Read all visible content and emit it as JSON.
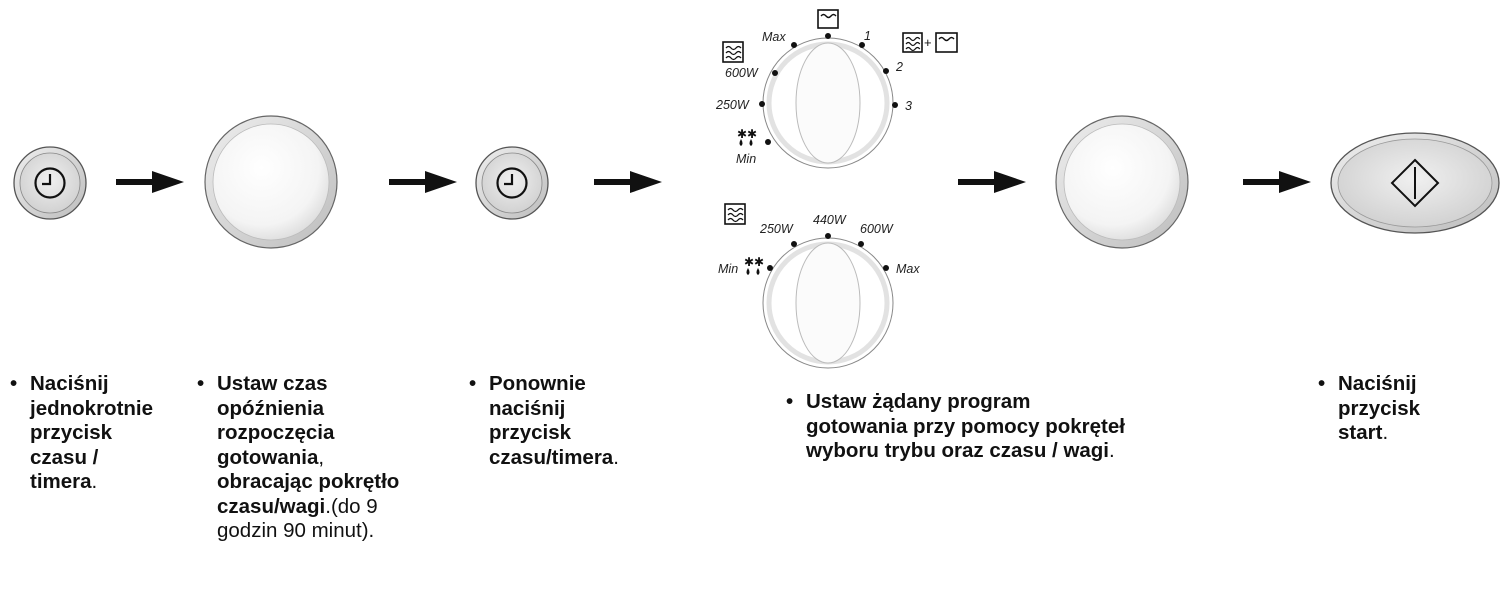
{
  "dial_mode": {
    "labels": {
      "max": "Max",
      "p1": "1",
      "p2": "2",
      "p3": "3",
      "w600": "600W",
      "w250": "250W",
      "min": "Min"
    },
    "icons": [
      "microwave-icon",
      "grill-icon",
      "microwave-plus-grill-icon",
      "defrost-icon"
    ]
  },
  "dial_power": {
    "labels": {
      "w250": "250W",
      "w440": "440W",
      "w600": "600W",
      "min": "Min",
      "max": "Max"
    },
    "icons": [
      "microwave-icon",
      "defrost-icon"
    ]
  },
  "steps": {
    "step1": {
      "bullet": "•",
      "bold": "Naciśnij\njednokrotnie\nprzycisk\nczasu /\ntimera",
      "tail": "."
    },
    "step2": {
      "bullet": "•",
      "bold1": "Ustaw czas\nopóźnienia\nrozpoczęcia\ngotowania",
      "mid": ",\n",
      "bold2": "obracając pokrętło\nczasu/wagi",
      "tail": ".(do 9\ngodzin 90 minut)."
    },
    "step3": {
      "bullet": "•",
      "bold": "Ponownie\nnaciśnij\nprzycisk\nczasu/timera",
      "tail": "."
    },
    "step4": {
      "bullet": "•",
      "bold": "Ustaw żądany program\ngotowania przy pomocy pokręteł\nwyboru trybu oraz czasu / wagi",
      "tail": "."
    },
    "step5": {
      "bullet": "•",
      "bold": "Naciśnij\nprzycisk\nstart",
      "tail": "."
    }
  }
}
